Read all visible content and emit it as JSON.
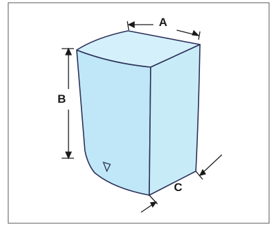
{
  "diagram": {
    "labels": {
      "a": "A",
      "b": "B",
      "c": "C"
    },
    "colors": {
      "body_fill": "#bfe7f7",
      "body_side_fill": "#c8ebf8",
      "body_top_fill": "#d4f0fb",
      "outline": "#2b2f57",
      "frame": "#555555",
      "dimension_line": "#1a1a1a"
    }
  }
}
